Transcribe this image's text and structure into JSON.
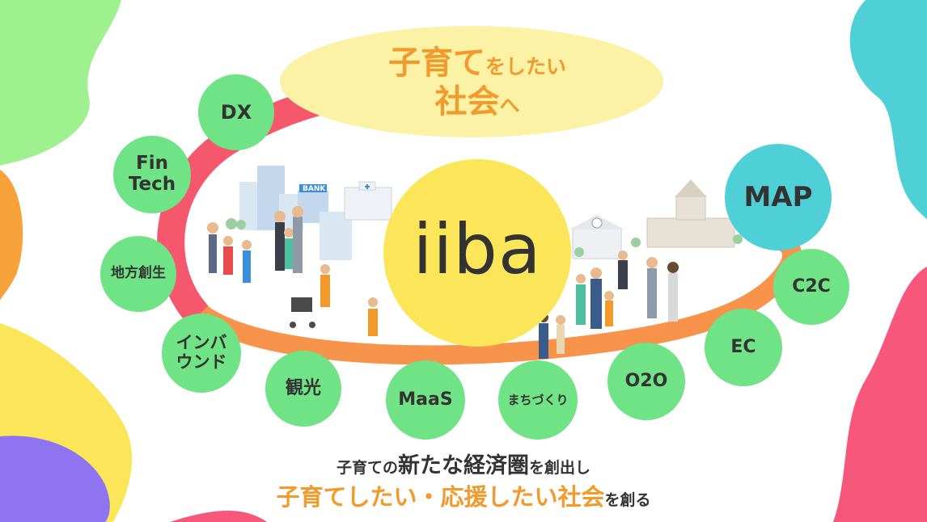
{
  "goal": {
    "line1_big": "子育て",
    "line1_small": "をしたい",
    "line2_big": "社会",
    "line2_small": "へ"
  },
  "logo": "iiba",
  "bank_sign": "BANK",
  "bubbles": {
    "dx": "DX",
    "fintech": "Fin\nTech",
    "chihou": "地方創生",
    "inbound": "インバ\nウンド",
    "kankou": "観光",
    "maas": "MaaS",
    "machi": "まちづくり",
    "o2o": "O2O",
    "ec": "EC",
    "c2c": "C2C",
    "map": "MAP"
  },
  "tagline": {
    "part1": "子育ての",
    "part2": "新たな経済圏",
    "part3": "を創出し",
    "part4": "子育てしたい・応援したい社会",
    "part5": "を創る"
  },
  "colors": {
    "bubble": "#6fe385",
    "map_bubble": "#4fcfd6",
    "logo_circle": "#fbe65a",
    "goal_ellipse": "#fbf2a6",
    "accent_orange": "#f39a2d",
    "arrow_red": "#f5576c"
  }
}
